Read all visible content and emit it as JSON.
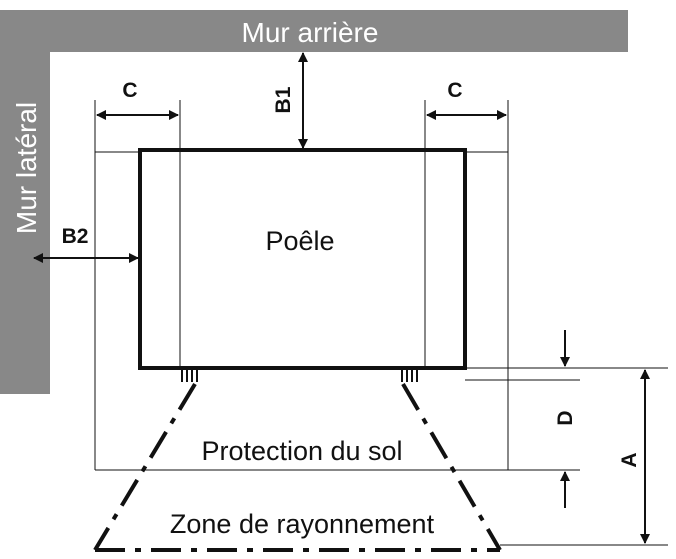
{
  "walls": {
    "back": "Mur arrière",
    "side": "Mur latéral"
  },
  "stove": {
    "label": "Poêle"
  },
  "zones": {
    "floor_protection": "Protection du sol",
    "radiation_zone": "Zone de rayonnement"
  },
  "dimensions": {
    "c_left": "C",
    "c_right": "C",
    "b1": "B1",
    "b2": "B2",
    "d": "D",
    "a": "A"
  },
  "colors": {
    "wall": "#888888",
    "line": "#111111"
  }
}
